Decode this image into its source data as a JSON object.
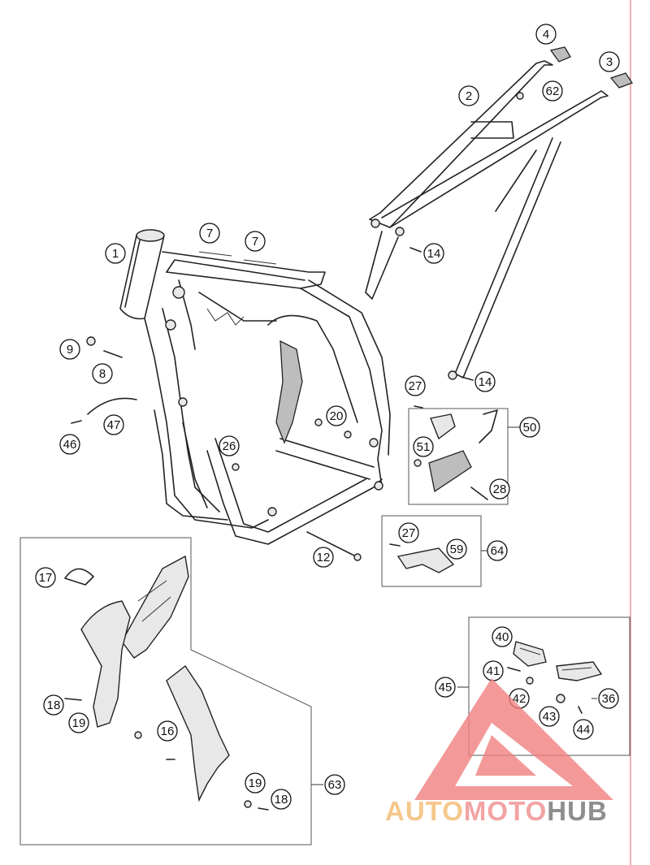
{
  "callouts": [
    {
      "id": "c1",
      "label": "1"
    },
    {
      "id": "c2",
      "label": "2"
    },
    {
      "id": "c3",
      "label": "3"
    },
    {
      "id": "c4",
      "label": "4"
    },
    {
      "id": "c7a",
      "label": "7"
    },
    {
      "id": "c7b",
      "label": "7"
    },
    {
      "id": "c8",
      "label": "8"
    },
    {
      "id": "c9",
      "label": "9"
    },
    {
      "id": "c12",
      "label": "12"
    },
    {
      "id": "c14a",
      "label": "14"
    },
    {
      "id": "c14b",
      "label": "14"
    },
    {
      "id": "c16",
      "label": "16"
    },
    {
      "id": "c17",
      "label": "17"
    },
    {
      "id": "c18a",
      "label": "18"
    },
    {
      "id": "c18b",
      "label": "18"
    },
    {
      "id": "c19a",
      "label": "19"
    },
    {
      "id": "c19b",
      "label": "19"
    },
    {
      "id": "c20",
      "label": "20"
    },
    {
      "id": "c26",
      "label": "26"
    },
    {
      "id": "c27a",
      "label": "27"
    },
    {
      "id": "c27b",
      "label": "27"
    },
    {
      "id": "c28",
      "label": "28"
    },
    {
      "id": "c36",
      "label": "36"
    },
    {
      "id": "c40",
      "label": "40"
    },
    {
      "id": "c41",
      "label": "41"
    },
    {
      "id": "c42",
      "label": "42"
    },
    {
      "id": "c43",
      "label": "43"
    },
    {
      "id": "c44",
      "label": "44"
    },
    {
      "id": "c45",
      "label": "45"
    },
    {
      "id": "c46",
      "label": "46"
    },
    {
      "id": "c47",
      "label": "47"
    },
    {
      "id": "c50",
      "label": "50"
    },
    {
      "id": "c51",
      "label": "51"
    },
    {
      "id": "c59",
      "label": "59"
    },
    {
      "id": "c62",
      "label": "62"
    },
    {
      "id": "c63",
      "label": "63"
    },
    {
      "id": "c64",
      "label": "64"
    }
  ],
  "watermark": {
    "part1": "AUTO",
    "part2": "MOTO",
    "part3": "HUB",
    "color1": "#f5c78c",
    "color2": "#f2a3a3",
    "color3": "#8e8e8e",
    "triangle_color": "#f08080"
  },
  "colors": {
    "line": "#222222",
    "margin_rule": "#e06060"
  }
}
